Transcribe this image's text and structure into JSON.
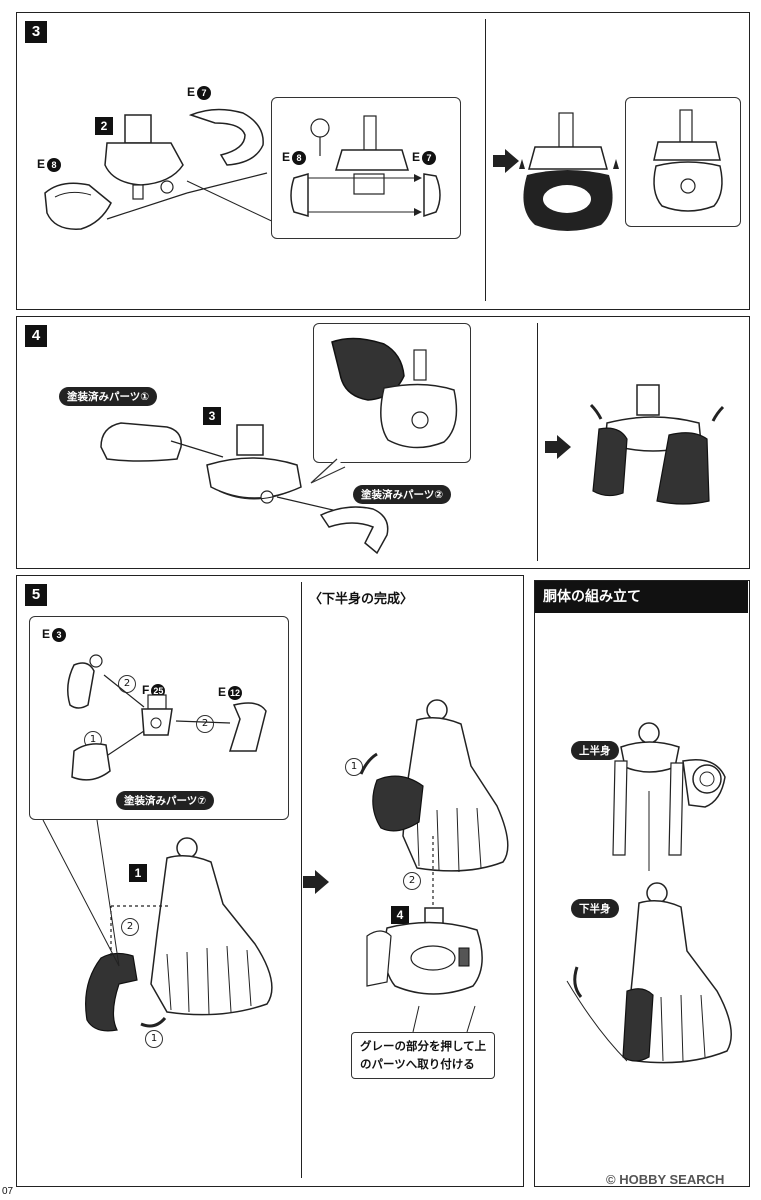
{
  "steps": {
    "s3": {
      "num": "3"
    },
    "s4": {
      "num": "4"
    },
    "s5": {
      "num": "5"
    }
  },
  "step3": {
    "part_e8": "E",
    "part_e8_num": "8",
    "part_e7": "E",
    "part_e7_num": "7",
    "sub2": "2",
    "inset_e8": "E",
    "inset_e8_num": "8",
    "inset_e7": "E",
    "inset_e7_num": "7"
  },
  "step4": {
    "painted1": "塗装済みパーツ①",
    "painted2": "塗装済みパーツ②",
    "sub3": "3"
  },
  "step5": {
    "e3": "E",
    "e3_num": "3",
    "f25": "F",
    "f25_num": "25",
    "e12": "E",
    "e12_num": "12",
    "painted7": "塗装済みパーツ⑦",
    "c1": "1",
    "c2": "2",
    "c1b": "1",
    "c2b": "2",
    "sub1": "1"
  },
  "lower_body": {
    "title": "〈下半身の完成〉",
    "c1": "1",
    "c2": "2",
    "sub4": "4",
    "note_line1": "グレーの部分を押して上",
    "note_line2": "のパーツへ取り付ける"
  },
  "torso": {
    "title": "胴体の組み立て",
    "upper": "上半身",
    "lower": "下半身"
  },
  "footer": {
    "page": "07",
    "watermark": "© HOBBY SEARCH"
  }
}
